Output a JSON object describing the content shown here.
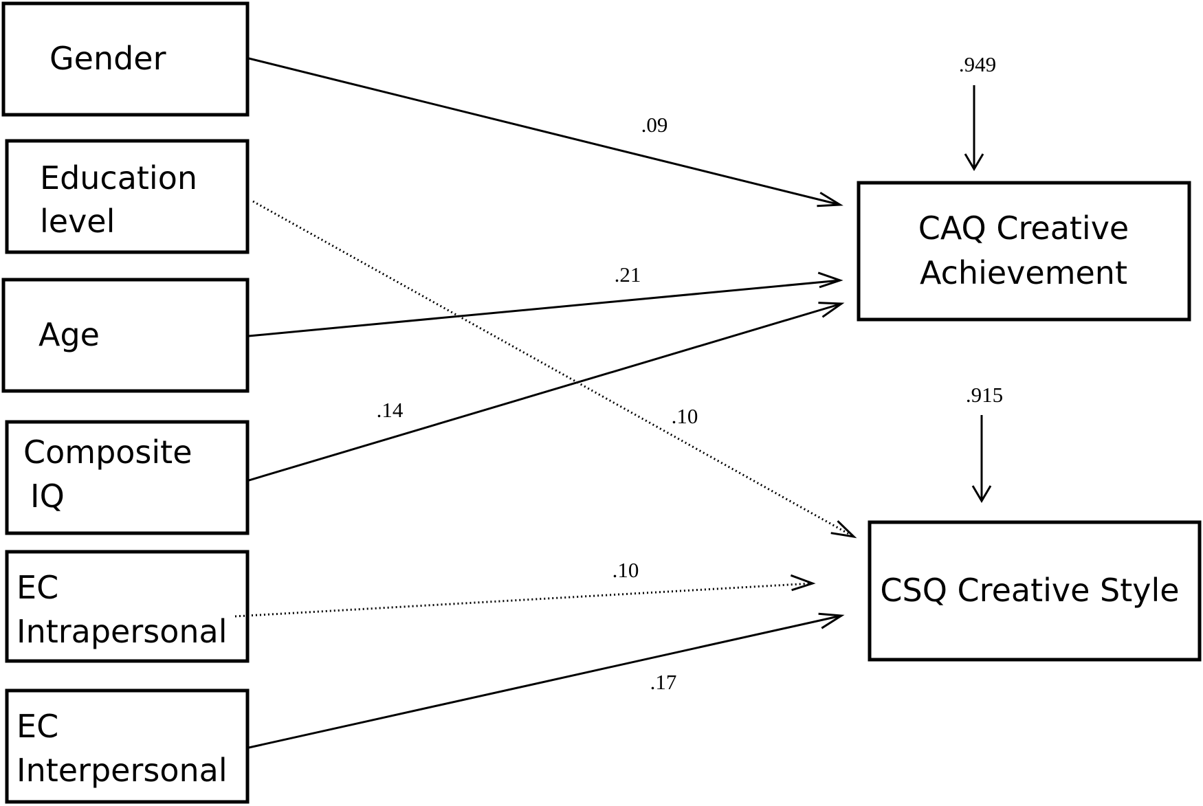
{
  "predictors": {
    "gender": [
      "Gender"
    ],
    "education": [
      "Education",
      "level"
    ],
    "age": [
      "Age"
    ],
    "iq": [
      "Composite",
      "IQ"
    ],
    "ec_intra": [
      "EC",
      "Intrapersonal"
    ],
    "ec_inter": [
      "EC",
      "Interpersonal"
    ]
  },
  "outcomes": {
    "caq": [
      "CAQ Creative",
      "Achievement"
    ],
    "csq": [
      "CSQ Creative Style"
    ]
  },
  "paths": {
    "gender_caq": {
      "coef": ".09",
      "style": "solid"
    },
    "education_csq": {
      "coef": ".10",
      "style": "dotted"
    },
    "age_caq": {
      "coef": ".21",
      "style": "solid"
    },
    "iq_caq": {
      "coef": ".14",
      "style": "solid"
    },
    "ec_intra_csq": {
      "coef": ".10",
      "style": "dotted"
    },
    "ec_inter_csq": {
      "coef": ".17",
      "style": "solid"
    }
  },
  "residuals": {
    "caq": ".949",
    "csq": ".915"
  },
  "colors": {
    "stroke": "#000000",
    "background": "#ffffff"
  }
}
